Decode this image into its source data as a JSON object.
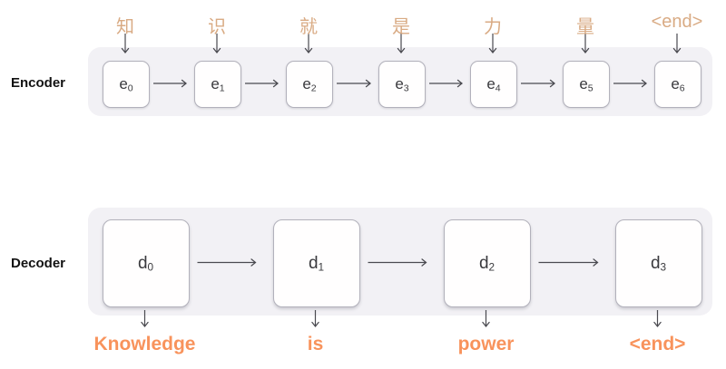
{
  "encoder": {
    "label": "Encoder",
    "input_tokens": [
      "知",
      "识",
      "就",
      "是",
      "力",
      "量",
      "<end>"
    ],
    "cells": [
      {
        "base": "e",
        "sub": "0"
      },
      {
        "base": "e",
        "sub": "1"
      },
      {
        "base": "e",
        "sub": "2"
      },
      {
        "base": "e",
        "sub": "3"
      },
      {
        "base": "e",
        "sub": "4"
      },
      {
        "base": "e",
        "sub": "5"
      },
      {
        "base": "e",
        "sub": "6"
      }
    ]
  },
  "decoder": {
    "label": "Decoder",
    "cells": [
      {
        "base": "d",
        "sub": "0"
      },
      {
        "base": "d",
        "sub": "1"
      },
      {
        "base": "d",
        "sub": "2"
      },
      {
        "base": "d",
        "sub": "3"
      }
    ],
    "output_tokens": [
      "Knowledge",
      "is",
      "power",
      "<end>"
    ]
  },
  "colors": {
    "input_token": "#d9ab84",
    "output_token": "#f8935c",
    "container_bg": "#f2f1f5",
    "box_border": "#b2b1bb",
    "arrow": "#4a4a50",
    "cell_text": "#3a3a3e",
    "label_text": "#121212"
  }
}
